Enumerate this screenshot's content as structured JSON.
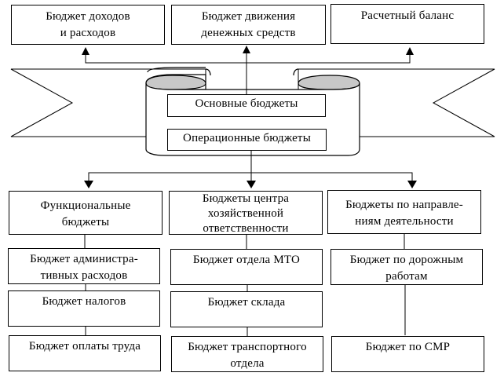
{
  "diagram": {
    "top_boxes": [
      {
        "id": "income-expense",
        "lines": [
          "Бюджет доходов",
          "и расходов"
        ]
      },
      {
        "id": "cash-flow",
        "lines": [
          "Бюджет движения",
          "денежных средств"
        ]
      },
      {
        "id": "balance",
        "lines": [
          "Расчетный баланс"
        ]
      }
    ],
    "scroll": {
      "main_label": "Основные бюджеты",
      "operational_label": "Операционные бюджеты"
    },
    "columns": [
      {
        "header": [
          "Функциональные",
          "бюджеты"
        ],
        "items": [
          [
            "Бюджет администра-",
            "тивных расходов"
          ],
          [
            "Бюджет налогов"
          ],
          [
            "Бюджет оплаты труда"
          ]
        ]
      },
      {
        "header": [
          "Бюджеты центра",
          "хозяйственной",
          "ответственности"
        ],
        "items": [
          [
            "Бюджет отдела МТО"
          ],
          [
            "Бюджет склада"
          ],
          [
            "Бюджет транспортного",
            "отдела"
          ]
        ]
      },
      {
        "header": [
          "Бюджеты по направле-",
          "ниям деятельности"
        ],
        "items": [
          [
            "Бюджет по дорожным",
            "работам"
          ],
          [
            "Бюджет по СМР"
          ]
        ]
      }
    ],
    "colors": {
      "line": "#000000",
      "scroll_fold": "#c8c8c8",
      "background": "#ffffff"
    }
  }
}
